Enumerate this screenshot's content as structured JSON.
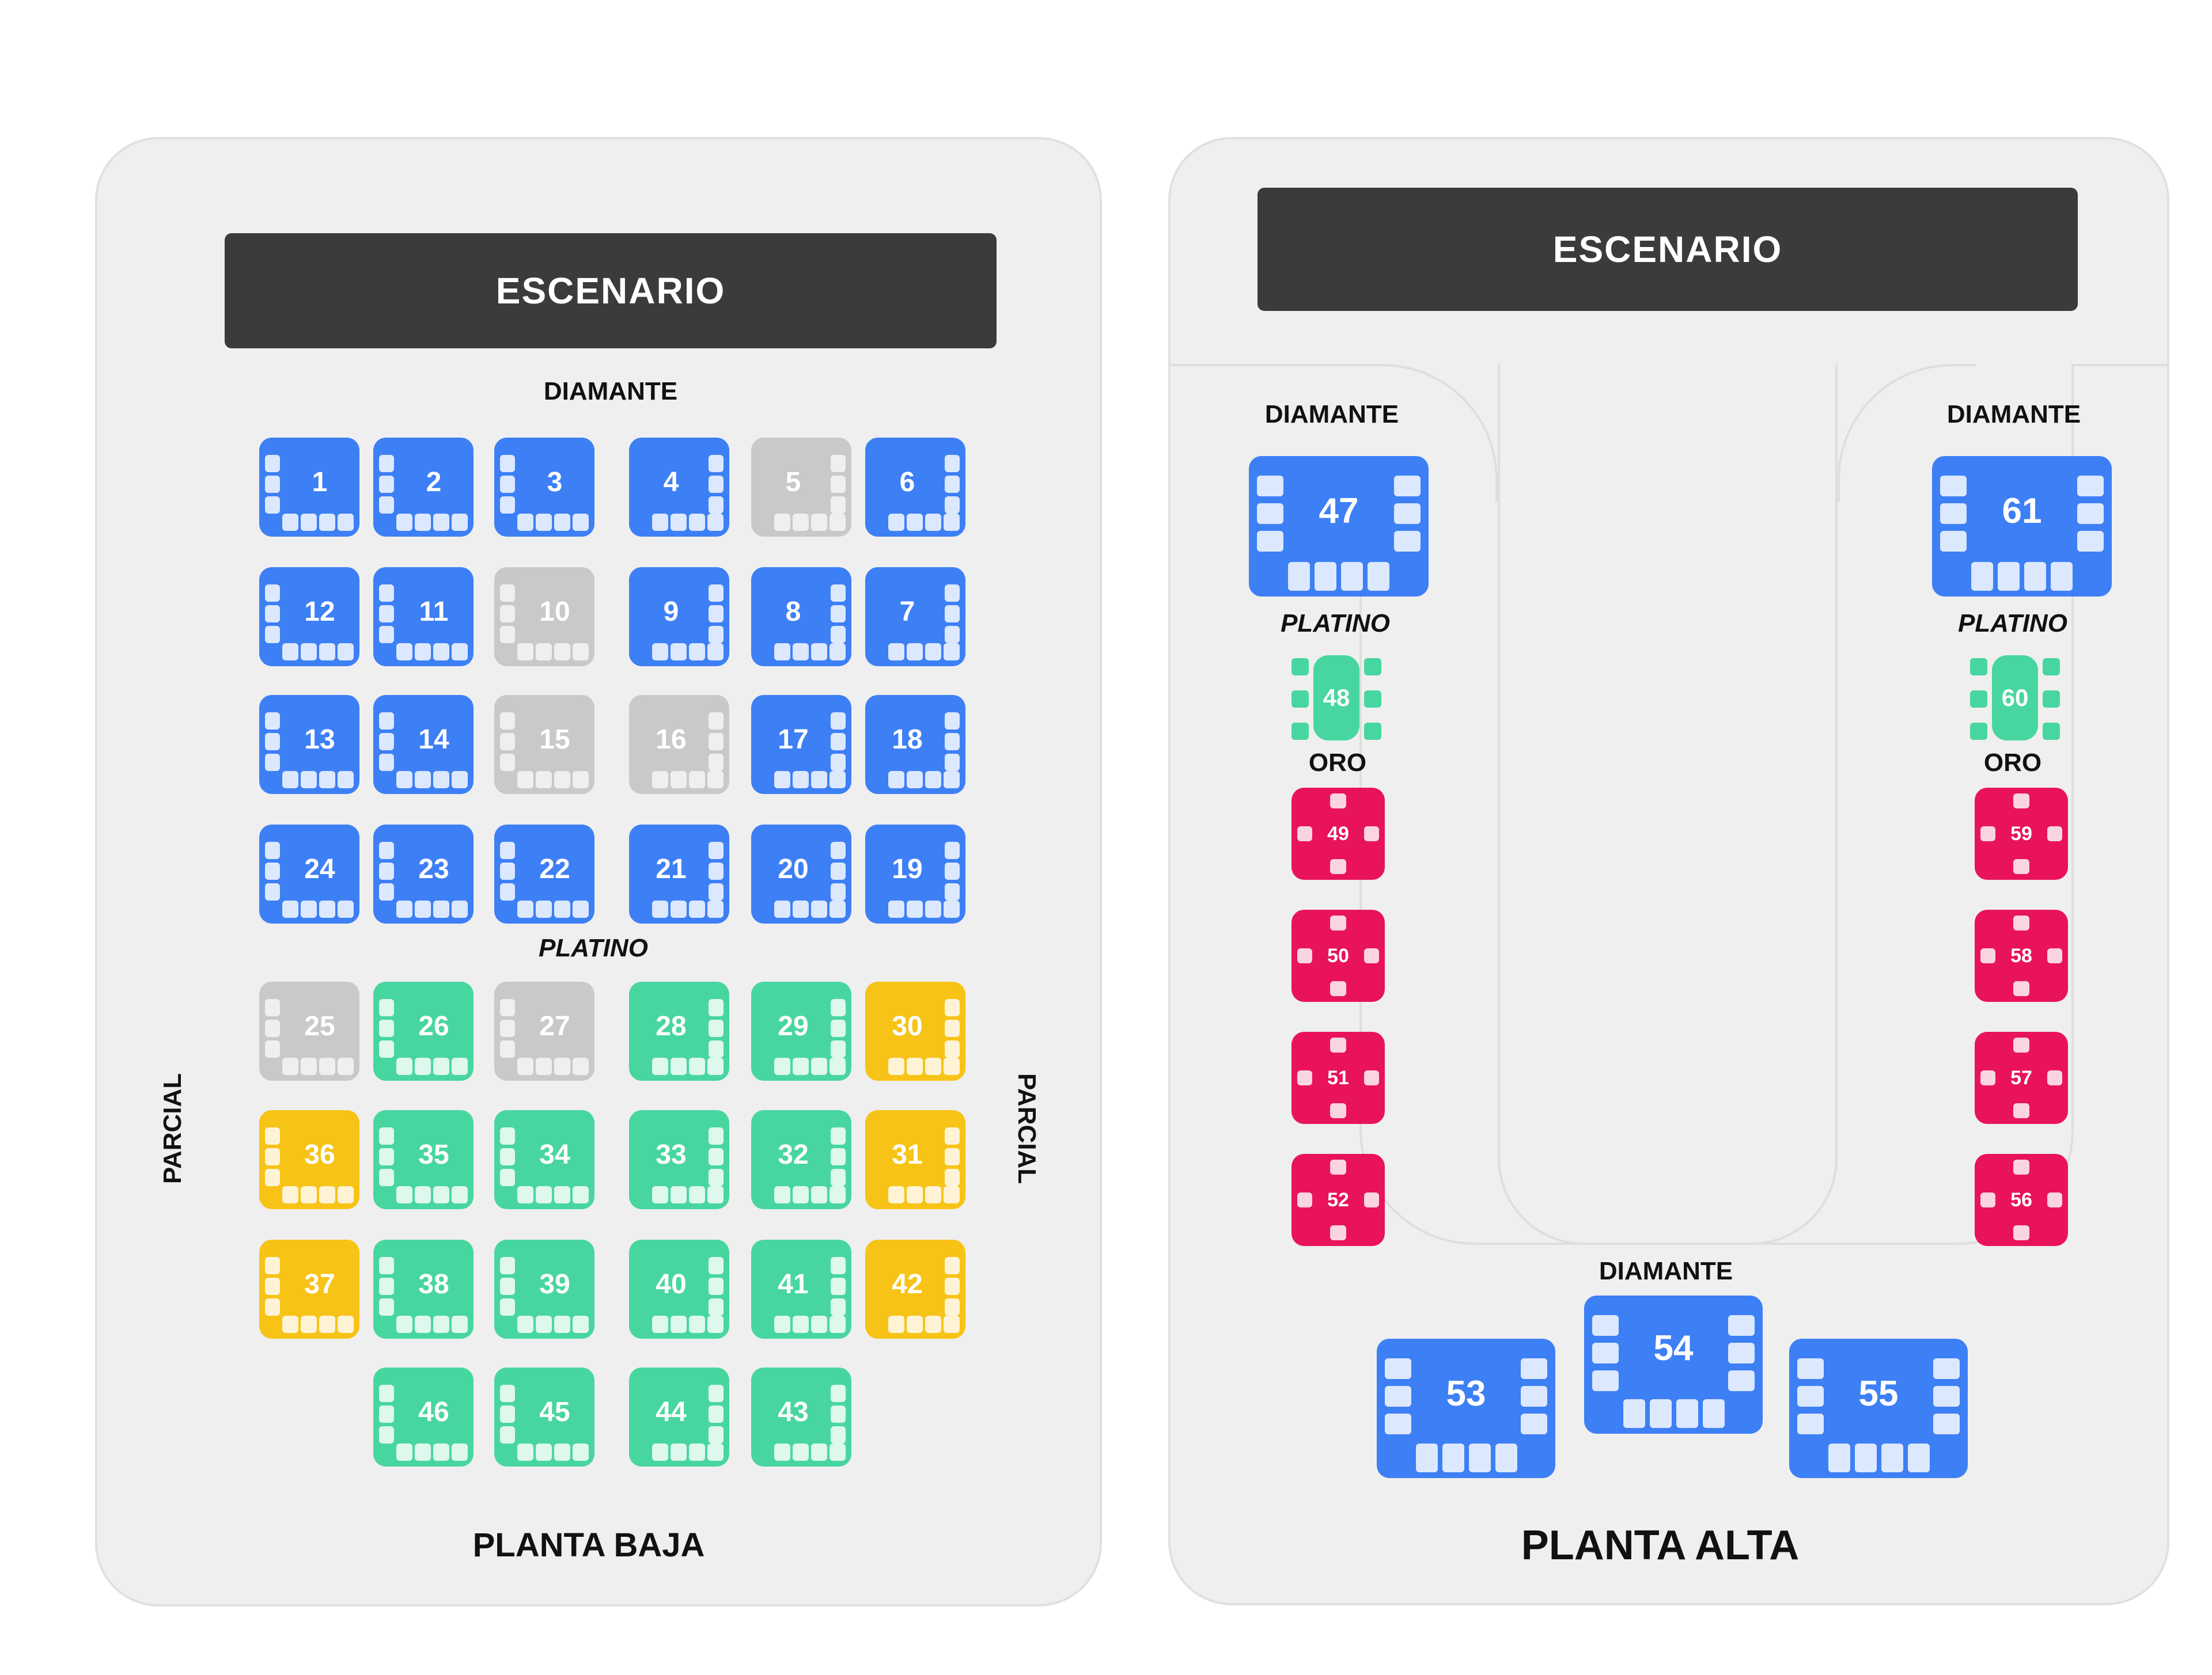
{
  "colors": {
    "diamante": "#3d7ff5",
    "platino": "#48d6a0",
    "oro": "#e8135c",
    "parcial": "#f7c316",
    "unavailable": "#c9c9c9",
    "stage": "#3b3b3b"
  },
  "planta_baja": {
    "title": "PLANTA BAJA",
    "stage_label": "ESCENARIO",
    "zone_diamante": "DIAMANTE",
    "zone_platino": "PLATINO",
    "zone_parcial_left": "PARCIAL",
    "zone_parcial_right": "PARCIAL",
    "rows": [
      [
        {
          "n": "1",
          "s": "diamante"
        },
        {
          "n": "2",
          "s": "diamante"
        },
        {
          "n": "3",
          "s": "diamante"
        },
        {
          "n": "4",
          "s": "diamante"
        },
        {
          "n": "5",
          "s": "unavailable"
        },
        {
          "n": "6",
          "s": "diamante"
        }
      ],
      [
        {
          "n": "12",
          "s": "diamante"
        },
        {
          "n": "11",
          "s": "diamante"
        },
        {
          "n": "10",
          "s": "unavailable"
        },
        {
          "n": "9",
          "s": "diamante"
        },
        {
          "n": "8",
          "s": "diamante"
        },
        {
          "n": "7",
          "s": "diamante"
        }
      ],
      [
        {
          "n": "13",
          "s": "diamante"
        },
        {
          "n": "14",
          "s": "diamante"
        },
        {
          "n": "15",
          "s": "unavailable"
        },
        {
          "n": "16",
          "s": "unavailable"
        },
        {
          "n": "17",
          "s": "diamante"
        },
        {
          "n": "18",
          "s": "diamante"
        }
      ],
      [
        {
          "n": "24",
          "s": "diamante"
        },
        {
          "n": "23",
          "s": "diamante"
        },
        {
          "n": "22",
          "s": "diamante"
        },
        {
          "n": "21",
          "s": "diamante"
        },
        {
          "n": "20",
          "s": "diamante"
        },
        {
          "n": "19",
          "s": "diamante"
        }
      ],
      [
        {
          "n": "25",
          "s": "unavailable"
        },
        {
          "n": "26",
          "s": "platino"
        },
        {
          "n": "27",
          "s": "unavailable"
        },
        {
          "n": "28",
          "s": "platino"
        },
        {
          "n": "29",
          "s": "platino"
        },
        {
          "n": "30",
          "s": "parcial"
        }
      ],
      [
        {
          "n": "36",
          "s": "parcial"
        },
        {
          "n": "35",
          "s": "platino"
        },
        {
          "n": "34",
          "s": "platino"
        },
        {
          "n": "33",
          "s": "platino"
        },
        {
          "n": "32",
          "s": "platino"
        },
        {
          "n": "31",
          "s": "parcial"
        }
      ],
      [
        {
          "n": "37",
          "s": "parcial"
        },
        {
          "n": "38",
          "s": "platino"
        },
        {
          "n": "39",
          "s": "platino"
        },
        {
          "n": "40",
          "s": "platino"
        },
        {
          "n": "41",
          "s": "platino"
        },
        {
          "n": "42",
          "s": "parcial"
        }
      ],
      [
        null,
        {
          "n": "46",
          "s": "platino"
        },
        {
          "n": "45",
          "s": "platino"
        },
        {
          "n": "44",
          "s": "platino"
        },
        {
          "n": "43",
          "s": "platino"
        },
        null
      ]
    ]
  },
  "planta_alta": {
    "title": "PLANTA ALTA",
    "stage_label": "ESCENARIO",
    "left": {
      "zone_diamante": "DIAMANTE",
      "zone_platino": "PLATINO",
      "zone_oro": "ORO",
      "diamante_table": "47",
      "platino_table": "48",
      "oro_tables": [
        "49",
        "50",
        "51",
        "52"
      ]
    },
    "right": {
      "zone_diamante": "DIAMANTE",
      "zone_platino": "PLATINO",
      "zone_oro": "ORO",
      "diamante_table": "61",
      "platino_table": "60",
      "oro_tables": [
        "59",
        "58",
        "57",
        "56"
      ]
    },
    "bottom": {
      "zone_diamante": "DIAMANTE",
      "tables": [
        "53",
        "54",
        "55"
      ]
    }
  }
}
